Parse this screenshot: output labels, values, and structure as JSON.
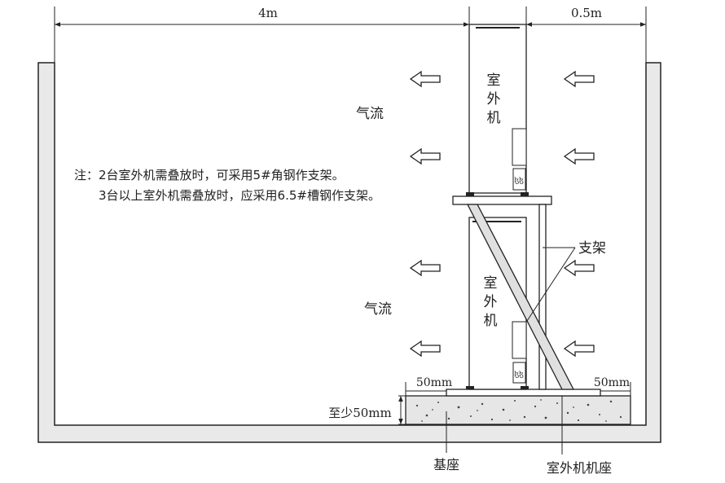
{
  "dimensions": {
    "width_4m": "4m",
    "width_05m": "0.5m"
  },
  "labels": {
    "airflow_top": "气流",
    "airflow_bottom": "气流",
    "unit_top": [
      "室",
      "外",
      "机"
    ],
    "unit_bottom": [
      "室",
      "外",
      "机"
    ],
    "bracket": "支架",
    "base": "基座",
    "unit_base": "室外机机座",
    "clearance_left": "50mm",
    "clearance_right": "50mm",
    "base_height": "至少50mm"
  },
  "notes": {
    "line1": "注：2台室外机需叠放时，可采用5#角钢作支架。",
    "line2": "3台以上室外机需叠放时，应采用6.5#槽钢作支架。"
  },
  "colors": {
    "line": "#222222",
    "wall": "#e9e9e9",
    "concrete": "#e6e6e6",
    "bracket_fill": "#e0e0e0"
  }
}
